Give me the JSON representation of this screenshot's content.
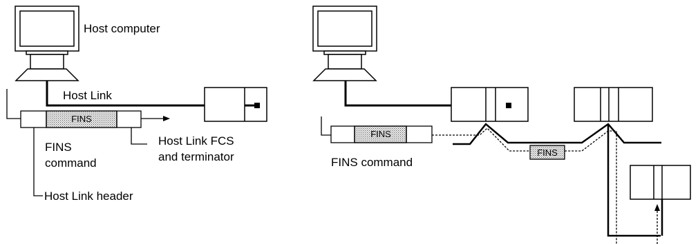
{
  "left_diagram": {
    "host_computer_label": "Host computer",
    "host_link_label": "Host Link",
    "fins_packet_label": "FINS",
    "fins_command_line1": "FINS",
    "fins_command_line2": "command",
    "fcs_line1": "Host Link FCS",
    "fcs_line2": "and terminator",
    "header_label": "Host Link header"
  },
  "right_diagram": {
    "fins_packet_label": "FINS",
    "fins_network_label": "FINS",
    "fins_command_label": "FINS command"
  },
  "colors": {
    "line": "#000000",
    "packet_fill": "#dcdcdc",
    "background": "#ffffff"
  }
}
